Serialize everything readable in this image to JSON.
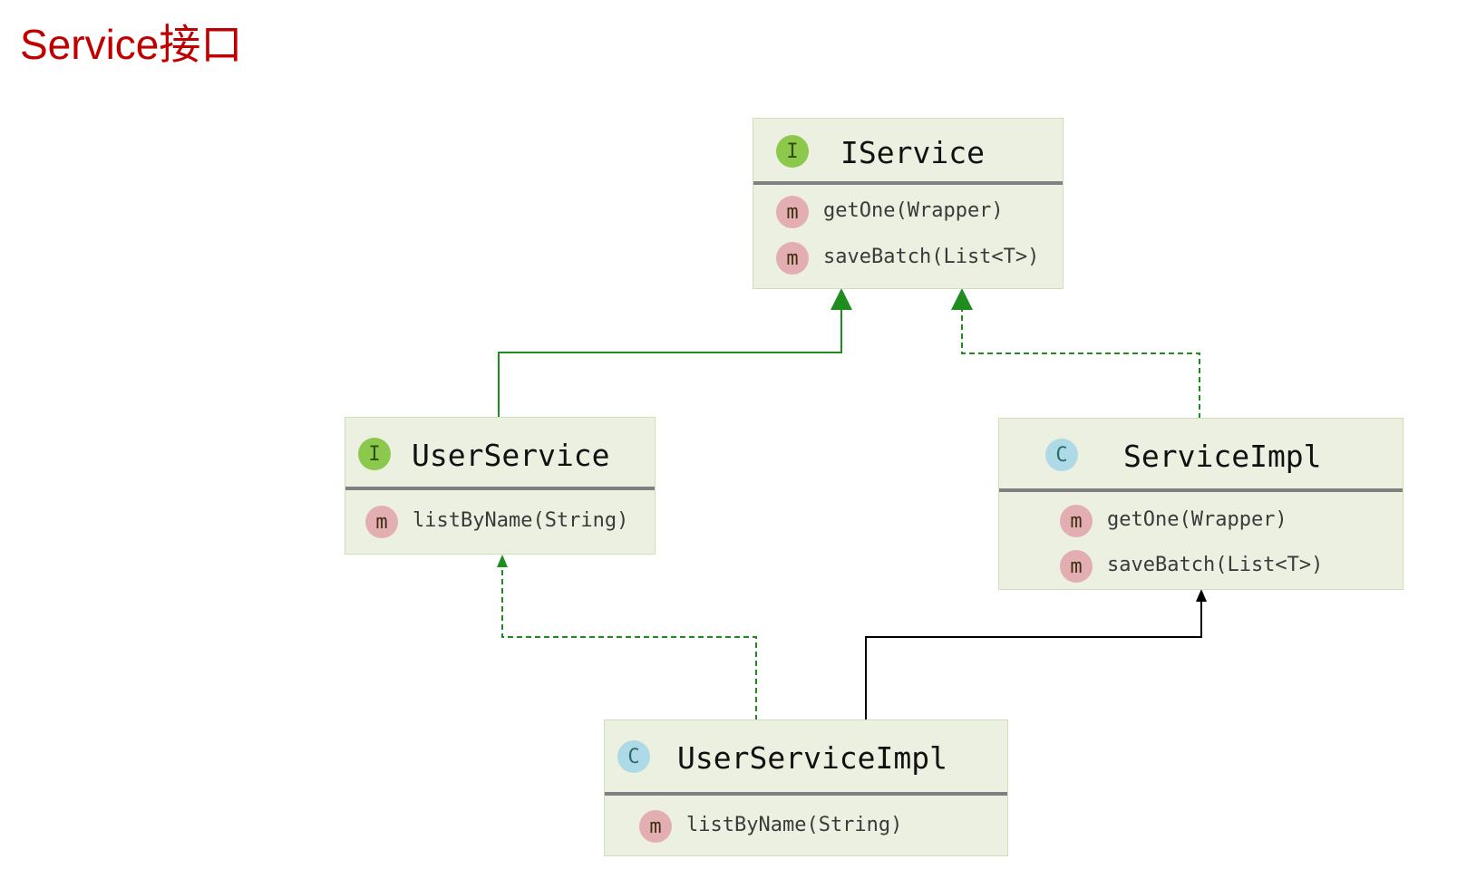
{
  "page_title": "Service接口",
  "colors": {
    "title": "#c00000",
    "inheritance_arrow": "#1e8c1e",
    "class_extends_arrow": "#000000",
    "box_fill": "#ecf0e0",
    "interface_badge": "#8cc84b",
    "class_badge": "#aed9e6",
    "method_badge": "#e3aeb2"
  },
  "badges": {
    "interface": "I",
    "class": "C",
    "method": "m"
  },
  "classes": {
    "iservice": {
      "kind": "interface",
      "name": "IService",
      "methods": [
        "getOne(Wrapper)",
        "saveBatch(List<T>)"
      ]
    },
    "user_service": {
      "kind": "interface",
      "name": "UserService",
      "methods": [
        "listByName(String)"
      ]
    },
    "service_impl": {
      "kind": "class",
      "name": "ServiceImpl",
      "methods": [
        "getOne(Wrapper)",
        "saveBatch(List<T>)"
      ]
    },
    "user_service_impl": {
      "kind": "class",
      "name": "UserServiceImpl",
      "methods": [
        "listByName(String)"
      ]
    }
  },
  "relations": [
    {
      "from": "UserService",
      "to": "IService",
      "type": "extends",
      "line": "solid",
      "color": "#1e8c1e"
    },
    {
      "from": "ServiceImpl",
      "to": "IService",
      "type": "implements",
      "line": "dashed",
      "color": "#1e8c1e"
    },
    {
      "from": "UserServiceImpl",
      "to": "UserService",
      "type": "implements",
      "line": "dashed",
      "color": "#1e8c1e"
    },
    {
      "from": "UserServiceImpl",
      "to": "ServiceImpl",
      "type": "extends",
      "line": "solid",
      "color": "#000000"
    }
  ]
}
